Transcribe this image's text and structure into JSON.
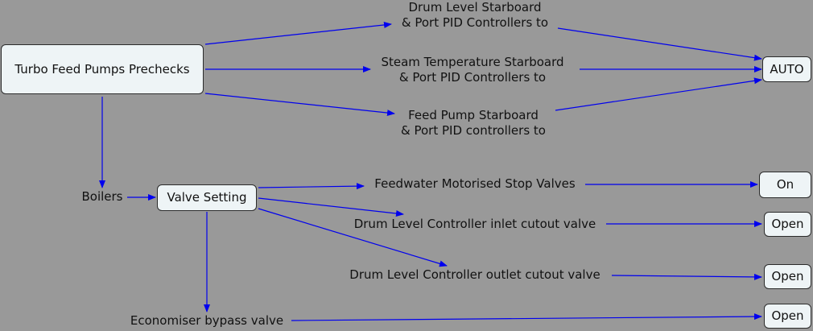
{
  "nodes": {
    "turbo_feed_pumps_prechecks": "Turbo Feed Pumps Prechecks",
    "auto": "AUTO",
    "valve_setting": "Valve Setting",
    "on": "On",
    "open_inlet": "Open",
    "open_outlet": "Open",
    "open_bypass": "Open"
  },
  "labels": {
    "drum_level_pid": "Drum Level Starboard\n& Port PID Controllers to",
    "steam_temperature_pid": "Steam Temperature Starboard\n& Port PID Controllers to",
    "feed_pump_pid": "Feed Pump Starboard\n& Port PID controllers to",
    "boilers": "Boilers",
    "feedwater_stop_valves": "Feedwater Motorised Stop Valves",
    "drum_level_inlet_valve": "Drum Level Controller inlet cutout valve",
    "drum_level_outlet_valve": "Drum Level Controller outlet cutout valve",
    "economiser_bypass_valve": "Economiser bypass valve"
  },
  "colors": {
    "background": "#999999",
    "node_fill": "#eef4f6",
    "arrow": "#0000ee"
  }
}
